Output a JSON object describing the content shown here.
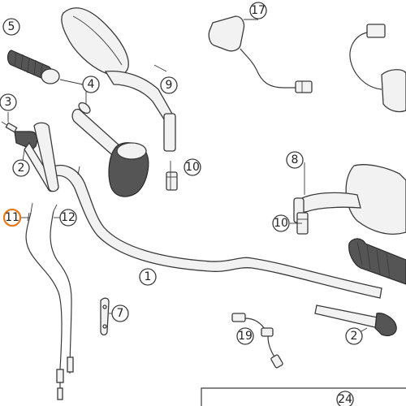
{
  "callouts": {
    "c1": "1",
    "c2a": "2",
    "c2b": "2",
    "c3": "3",
    "c4": "4",
    "c5": "5",
    "c7": "7",
    "c8": "8",
    "c9": "9",
    "c10a": "10",
    "c10b": "10",
    "c11": "11",
    "c12": "12",
    "c17": "17",
    "c19": "19",
    "c24": "24"
  },
  "highlight_color": "#e07a1f",
  "highlighted_callout": "11"
}
